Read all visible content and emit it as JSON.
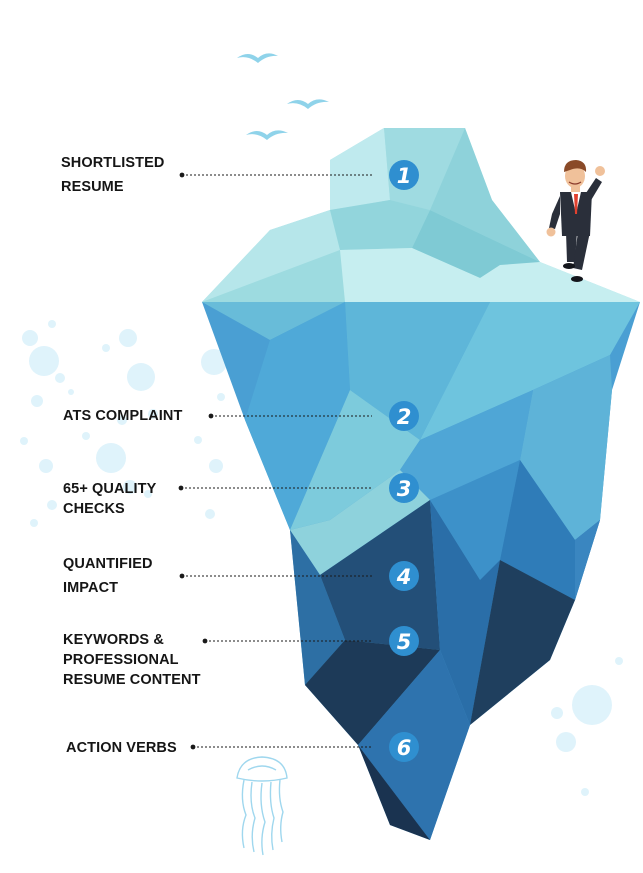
{
  "levels": [
    {
      "number": "1",
      "lines": [
        "SHORTLISTED",
        "RESUME"
      ]
    },
    {
      "number": "2",
      "lines": [
        "ATS COMPLAINT"
      ]
    },
    {
      "number": "3",
      "lines": [
        "65+ QUALITY",
        "CHECKS"
      ]
    },
    {
      "number": "4",
      "lines": [
        "QUANTIFIED",
        "IMPACT"
      ]
    },
    {
      "number": "5",
      "lines": [
        "KEYWORDS &",
        "PROFESSIONAL",
        "RESUME CONTENT"
      ]
    },
    {
      "number": "6",
      "lines": [
        "ACTION VERBS"
      ]
    }
  ],
  "colors": {
    "ice_top": "#a9e1e6",
    "ice_top_light": "#c6eef0",
    "ice_mid": "#5fb3d8",
    "ice_deep": "#1f3f5e",
    "number_badge": "#2f8fd0",
    "bird": "#8fd3ea",
    "bubble": "#dff3fb",
    "jellyfish": "#9fd7ee"
  },
  "icons": [
    "bird-icon",
    "bubble-icon",
    "jellyfish-icon",
    "businessman-icon",
    "iceberg-icon"
  ]
}
